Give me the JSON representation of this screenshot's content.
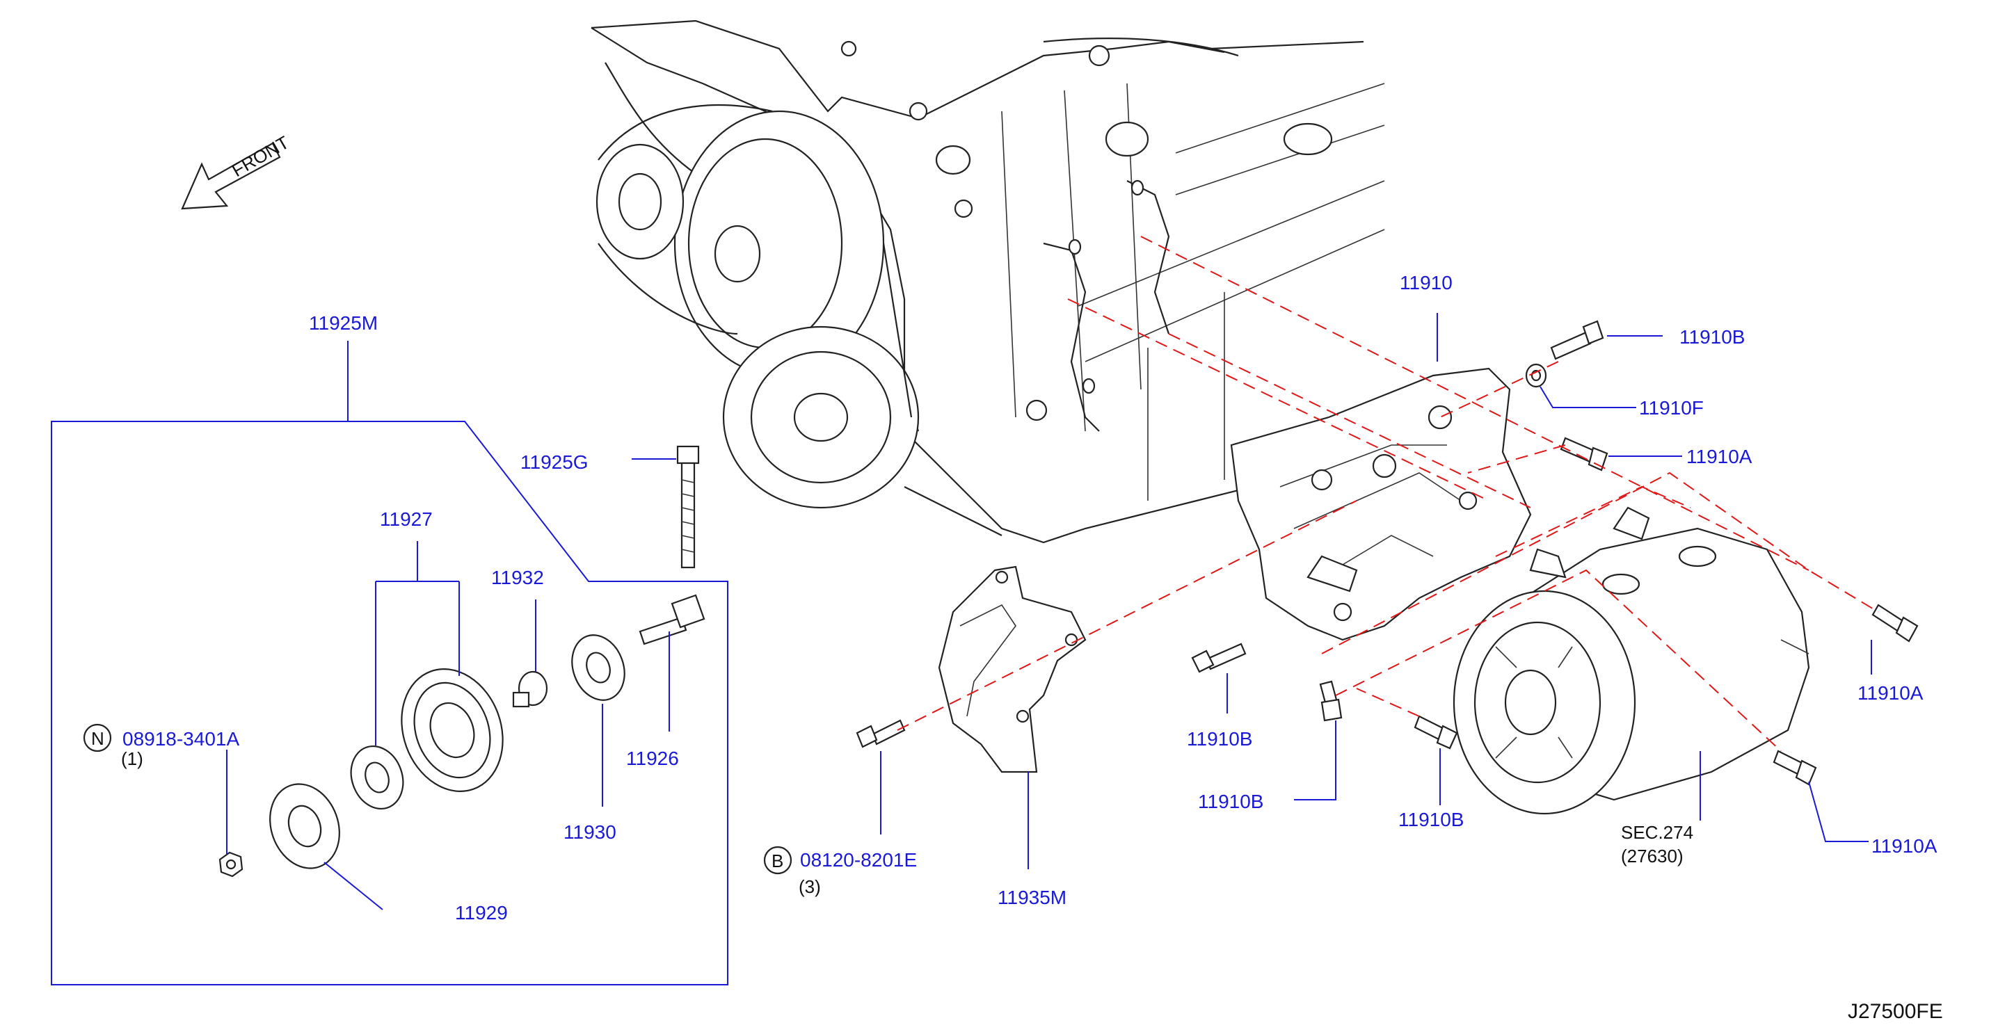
{
  "diagram": {
    "front_label": "FRONT",
    "reference_code": "J27500FE",
    "labels": {
      "assy_11925M": "11925M",
      "p11925G": "11925G",
      "p11927": "11927",
      "p11932": "11932",
      "p11926": "11926",
      "p11930": "11930",
      "p11929": "11929",
      "nut_part": "08918-3401A",
      "nut_qty": "(1)",
      "nut_marker": "N",
      "bolt_part": "08120-8201E",
      "bolt_qty": "(3)",
      "bolt_marker": "B",
      "p11935M": "11935M",
      "p11910": "11910",
      "p11910B_top": "11910B",
      "p11910F": "11910F",
      "p11910A_top": "11910A",
      "p11910A_right": "11910A",
      "p11910A_bottom": "11910A",
      "p11910B_left": "11910B",
      "p11910B_mid": "11910B",
      "p11910B_low": "11910B",
      "sec": "SEC.274",
      "sec_part": "(27630)"
    },
    "colors": {
      "label_blue": "#1a1ad6",
      "dash_red": "#e01818",
      "line_black": "#222222"
    }
  }
}
